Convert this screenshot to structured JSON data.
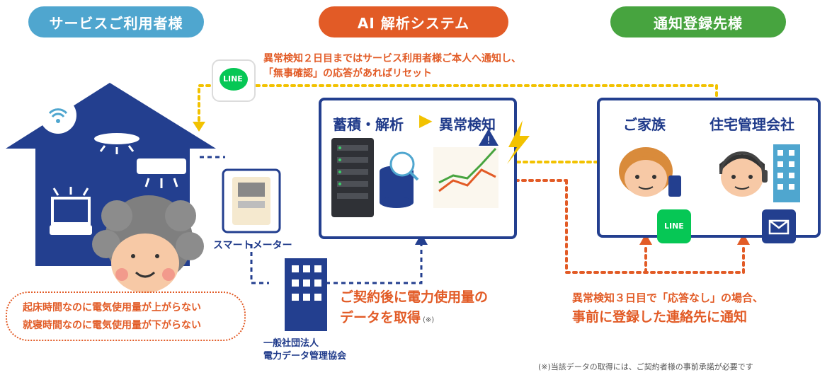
{
  "headers": {
    "service_users": "サービスご利用者様",
    "ai_system": "AI 解析システム",
    "notification_targets": "通知登録先様"
  },
  "top_note": {
    "line1": "異常検知２日目まではサービス利用者様ご本人へ通知し、",
    "line2": "「無事確認」の応答があればリセット"
  },
  "ai_panel": {
    "store_analyze": "蓄積・解析",
    "anomaly": "異常検知"
  },
  "notify_panel": {
    "family": "ご家族",
    "housing_company": "住宅管理会社"
  },
  "smart_meter_label": "スマートメーター",
  "power_data_org": {
    "line1": "一般社団法人",
    "line2": "電力データ管理協会"
  },
  "contract_note": {
    "line1": "ご契約後に電力使用量の",
    "line2": "データを取得",
    "mark": "(※)"
  },
  "day3_note": {
    "line1": "異常検知３日目で「応答なし」の場合、",
    "line2": "事前に登録した連絡先に通知"
  },
  "resident_note": {
    "line1": "起床時間なのに電気使用量が上がらない",
    "line2": "就寝時間なのに電気使用量が下がらない"
  },
  "footnote": "(※)当該データの取得には、ご契約者様の事前承諾が必要です",
  "line_badge": "LINE",
  "colors": {
    "blue_header": "#4fa6cf",
    "orange_header": "#e25b26",
    "green_header": "#47a43f",
    "navy": "#233f8f",
    "line_green": "#06c755",
    "yellow_dot": "#f2c200"
  }
}
